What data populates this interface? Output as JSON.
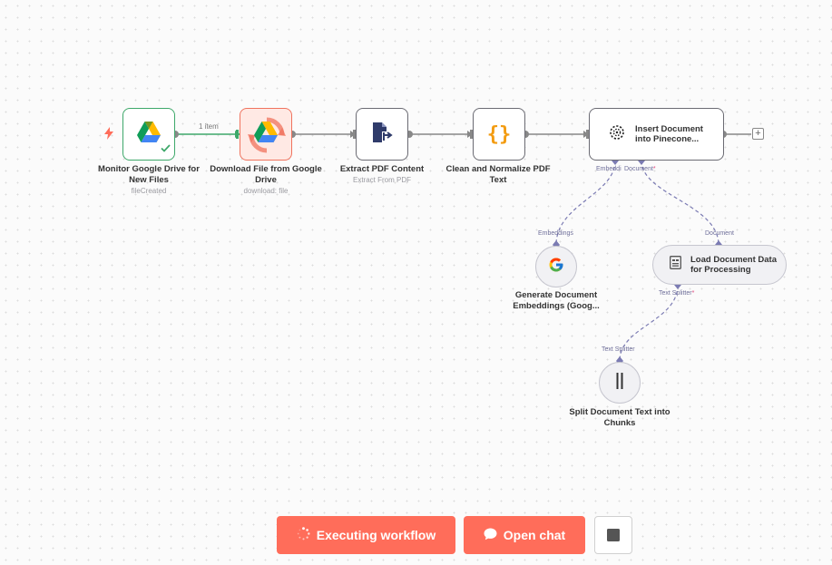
{
  "nodes": {
    "monitor": {
      "title": "Monitor Google Drive for New Files",
      "subtitle": "fileCreated"
    },
    "download": {
      "title": "Download File from Google Drive",
      "subtitle": "download: file"
    },
    "extract": {
      "title": "Extract PDF Content",
      "subtitle": "Extract From PDF"
    },
    "clean": {
      "title": "Clean and Normalize PDF Text",
      "icon_text": "{}"
    },
    "insert": {
      "title": "Insert Document into Pinecone..."
    },
    "embeddings": {
      "title": "Generate Document Embeddings (Goog..."
    },
    "loader": {
      "title": "Load Document Data for Processing"
    },
    "splitter": {
      "title": "Split Document Text into Chunks"
    }
  },
  "edge_labels": {
    "monitor_to_download": "1 item"
  },
  "connectors": {
    "insert_embedding": "Embeddi",
    "insert_document": "Document",
    "required_mark": "*",
    "embeddings_top": "Embeddings",
    "loader_top": "Document",
    "loader_bottom": "Text Splitter",
    "splitter_top": "Text Splitter"
  },
  "buttons": {
    "executing": "Executing workflow",
    "open_chat": "Open chat"
  },
  "colors": {
    "accent": "#ff6d5a",
    "success": "#3ea86a",
    "running_bg": "#ffe9e4",
    "connector": "#7b7bb3"
  },
  "icons": {
    "trigger": "lightning-bolt-icon",
    "drive": "google-drive-icon",
    "pdf": "pdf-extract-icon",
    "code": "curly-braces-icon",
    "pinecone": "pinecone-icon",
    "google": "google-g-icon",
    "document": "document-icon",
    "splitter": "text-splitter-icon",
    "spinner": "spinner-icon",
    "chat": "chat-bubble-icon",
    "stop": "stop-square-icon",
    "add": "plus-icon"
  }
}
